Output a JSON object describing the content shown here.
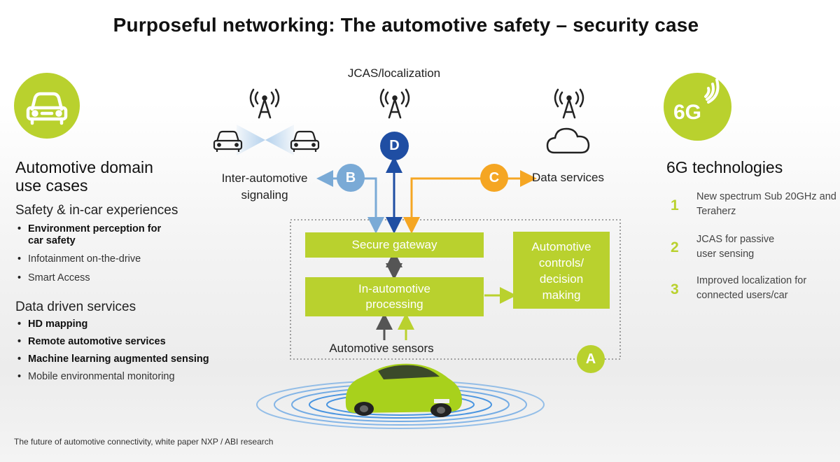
{
  "title": "Purposeful networking: The automotive safety – security case",
  "left": {
    "heading": "Automotive domain use cases",
    "section1": {
      "title": "Safety & in-car experiences",
      "items": [
        {
          "text": "Environment perception for car safety",
          "bold": true
        },
        {
          "text": "Infotainment on-the-drive",
          "bold": false
        },
        {
          "text": "Smart Access",
          "bold": false
        }
      ]
    },
    "section2": {
      "title": "Data driven services",
      "items": [
        {
          "text": "HD mapping",
          "bold": true
        },
        {
          "text": "Remote automotive services",
          "bold": true
        },
        {
          "text": "Machine learning augmented sensing",
          "bold": true
        },
        {
          "text": "Mobile environmental monitoring",
          "bold": false
        }
      ]
    }
  },
  "center": {
    "jcas_label": "JCAS/localization",
    "inter_label": "Inter-automotive signaling",
    "data_label": "Data services",
    "secure_gateway": "Secure gateway",
    "in_auto": "In-automotive processing",
    "controls": "Automotive controls/ decision making",
    "sensors": "Automotive sensors",
    "badges": {
      "a": "A",
      "b": "B",
      "c": "C",
      "d": "D"
    }
  },
  "right": {
    "icon_label": "6G",
    "heading": "6G technologies",
    "items": [
      {
        "num": "1",
        "text": "New spectrum Sub 20GHz and Teraherz"
      },
      {
        "num": "2",
        "text": "JCAS for passive user sensing"
      },
      {
        "num": "3",
        "text": "Improved localization for connected users/car"
      }
    ]
  },
  "footer": "The future of automotive connectivity, white paper NXP / ABI research",
  "colors": {
    "green": "#b9d12e",
    "blue_light": "#7aaad6",
    "blue_dark": "#1f4ea3",
    "orange": "#f5a623",
    "gray_arrow": "#555555"
  },
  "icons": [
    "car-icon",
    "6g-signal-icon",
    "cell-tower-icon",
    "cloud-icon"
  ]
}
